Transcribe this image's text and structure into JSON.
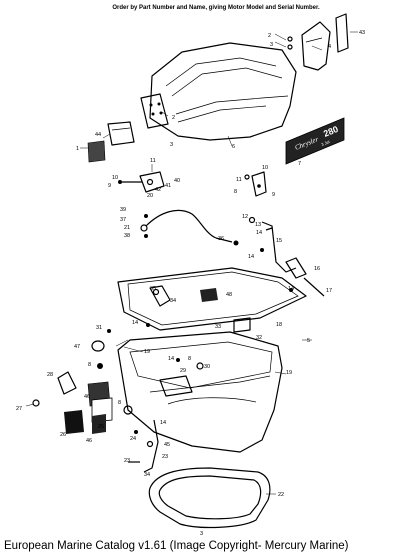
{
  "header_note": "Order by Part Number and Name, giving Motor Model and Serial Number.",
  "footer_caption": "European Marine Catalog v1.61 (Image Copyright- Mercury Marine)",
  "decal": {
    "brand": "Chrysler",
    "model": "280",
    "suffix": "3 Jet"
  },
  "callouts": [
    "1",
    "2",
    "3",
    "4",
    "5",
    "6",
    "7",
    "8",
    "9",
    "10",
    "11",
    "12",
    "13",
    "14",
    "15",
    "16",
    "17",
    "18",
    "19",
    "20",
    "21",
    "22",
    "23",
    "24",
    "25",
    "26",
    "27",
    "28",
    "29",
    "30",
    "31",
    "32",
    "33",
    "34",
    "35",
    "36",
    "37",
    "38",
    "39",
    "40",
    "41",
    "42",
    "43",
    "44",
    "45",
    "46",
    "47",
    "48"
  ]
}
